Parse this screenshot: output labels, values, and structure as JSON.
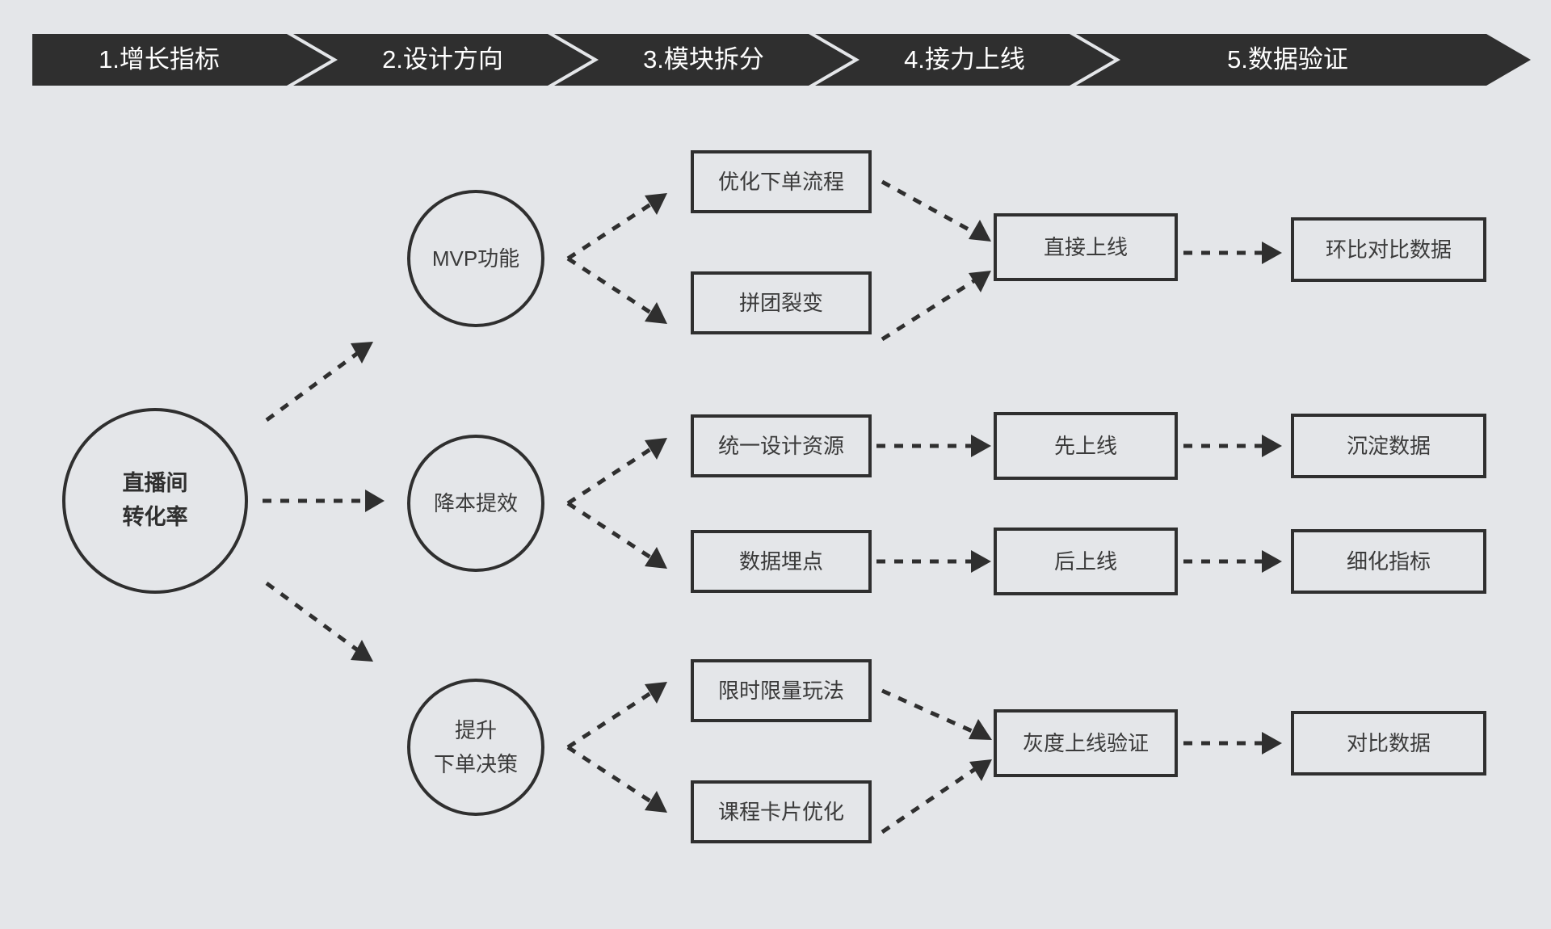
{
  "background_color": "#e4e6e9",
  "ink_color": "#2f2f2f",
  "header": {
    "steps": [
      {
        "label": "1.增长指标"
      },
      {
        "label": "2.设计方向"
      },
      {
        "label": "3.模块拆分"
      },
      {
        "label": "4.接力上线"
      },
      {
        "label": "5.数据验证"
      }
    ]
  },
  "diagram": {
    "root": {
      "line1": "直播间",
      "line2": "转化率"
    },
    "directions": [
      {
        "line1": "MVP功能",
        "line2": ""
      },
      {
        "line1": "降本提效",
        "line2": ""
      },
      {
        "line1": "提升",
        "line2": "下单决策"
      }
    ],
    "modules": [
      {
        "label": "优化下单流程"
      },
      {
        "label": "拼团裂变"
      },
      {
        "label": "统一设计资源"
      },
      {
        "label": "数据埋点"
      },
      {
        "label": "限时限量玩法"
      },
      {
        "label": "课程卡片优化"
      }
    ],
    "launch": [
      {
        "label": "直接上线"
      },
      {
        "label": "先上线"
      },
      {
        "label": "后上线"
      },
      {
        "label": "灰度上线验证"
      }
    ],
    "validation": [
      {
        "label": "环比对比数据"
      },
      {
        "label": "沉淀数据"
      },
      {
        "label": "细化指标"
      },
      {
        "label": "对比数据"
      }
    ]
  }
}
